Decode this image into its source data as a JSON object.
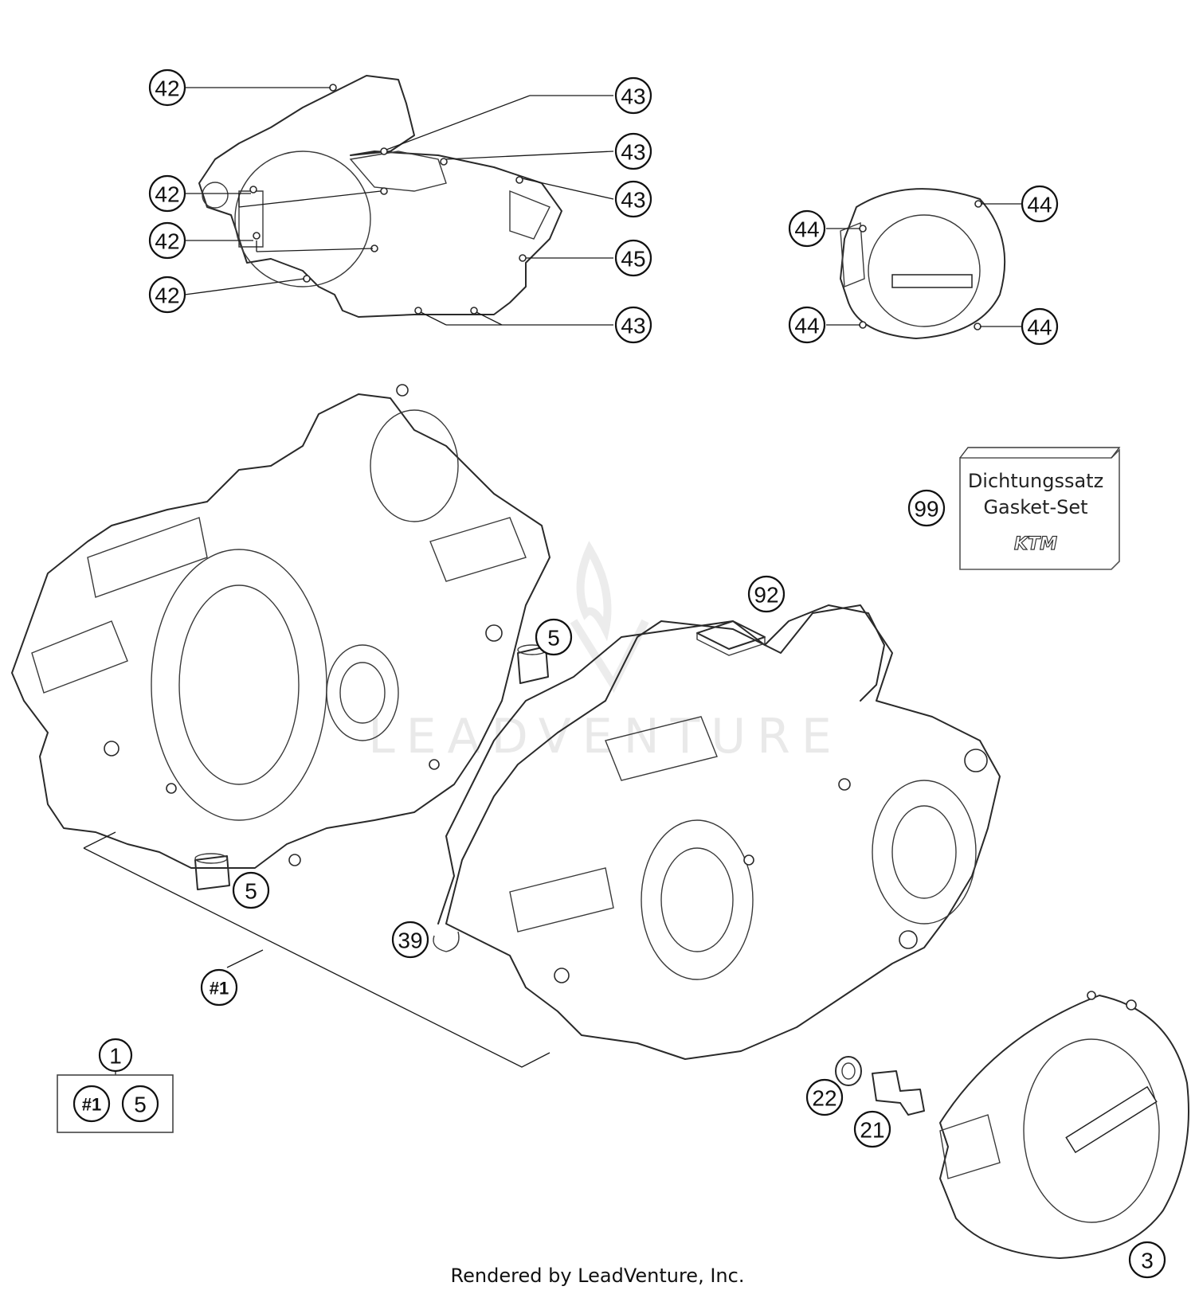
{
  "callouts": {
    "c42a": "42",
    "c42b": "42",
    "c42c": "42",
    "c42d": "42",
    "c43a": "43",
    "c43b": "43",
    "c43c": "43",
    "c43d": "43",
    "c45": "45",
    "c44a": "44",
    "c44b": "44",
    "c44c": "44",
    "c44d": "44",
    "c99": "99",
    "c92": "92",
    "c5a": "5",
    "c5b": "5",
    "c39": "39",
    "c1": "#1",
    "c_kit": "1",
    "c_kit_a": "#1",
    "c_kit_b": "5",
    "c22": "22",
    "c21": "21",
    "c3": "3"
  },
  "gasket_kit": {
    "line1": "Dichtungssatz",
    "line2": "Gasket-Set",
    "logo": "KTM"
  },
  "watermark": "LEADVENTURE",
  "footer": "Rendered by LeadVenture, Inc."
}
